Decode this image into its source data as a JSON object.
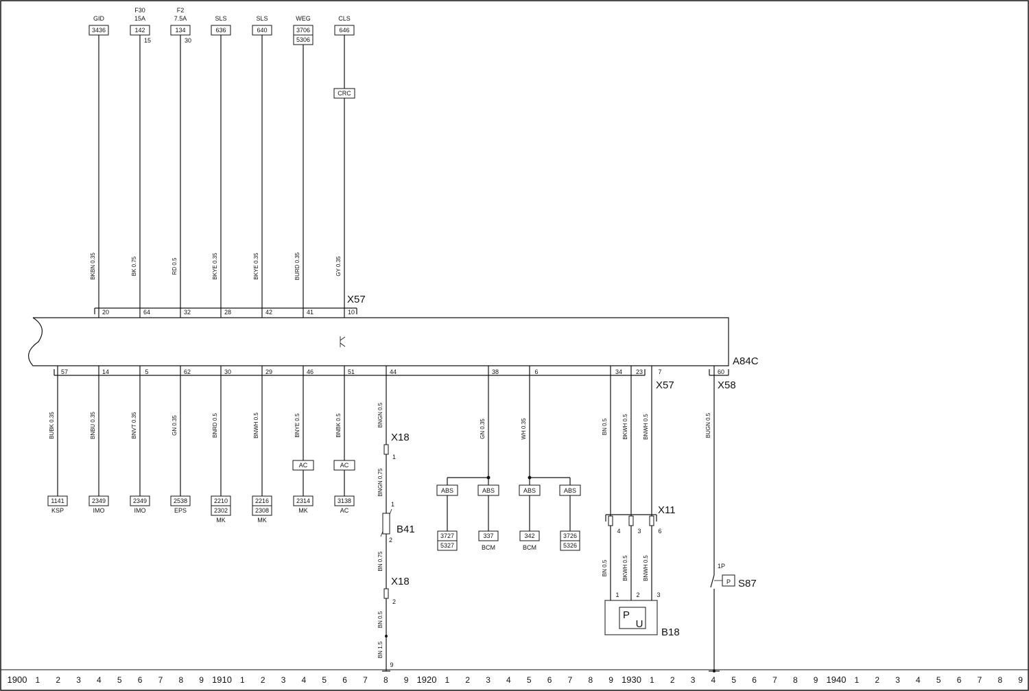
{
  "module": {
    "label": "A84C"
  },
  "top_connector": {
    "label": "X57"
  },
  "bottom_connectors": [
    {
      "label": "X57"
    },
    {
      "label": "X58"
    }
  ],
  "top_wires": [
    {
      "head": [
        "GID"
      ],
      "box": [
        "3436"
      ],
      "wire": "BKBN 0.35",
      "pin": "20"
    },
    {
      "head": [
        "F30",
        "15A"
      ],
      "box": [
        "142"
      ],
      "extra": "15",
      "wire": "BK 0.75",
      "pin": "64"
    },
    {
      "head": [
        "F2",
        "7.5A"
      ],
      "box": [
        "134"
      ],
      "extra": "30",
      "wire": "RD 0.5",
      "pin": "32"
    },
    {
      "head": [
        "SLS"
      ],
      "box": [
        "636"
      ],
      "wire": "BKYE 0.35",
      "pin": "28"
    },
    {
      "head": [
        "SLS"
      ],
      "box": [
        "640"
      ],
      "wire": "BKYE 0.35",
      "pin": "42"
    },
    {
      "head": [
        "WEG"
      ],
      "box": [
        "3706",
        "5306"
      ],
      "wire": "BURD 0.35",
      "pin": "41"
    },
    {
      "head": [
        "CLS"
      ],
      "box": [
        "646"
      ],
      "mid": "CRC",
      "wire": "GY 0.35",
      "pin": "10"
    }
  ],
  "bottom_wires": [
    {
      "pin": "57",
      "wire": "BUBK 0.35",
      "box": [
        "1141"
      ],
      "foot": [
        "KSP"
      ]
    },
    {
      "pin": "14",
      "wire": "BNBU 0.35",
      "box": [
        "2349"
      ],
      "foot": [
        "IMO"
      ]
    },
    {
      "pin": "5",
      "wire": "BNVT 0.35",
      "box": [
        "2349"
      ],
      "foot": [
        "IMO"
      ]
    },
    {
      "pin": "62",
      "wire": "GN 0.35",
      "box": [
        "2538"
      ],
      "foot": [
        "EPS"
      ]
    },
    {
      "pin": "30",
      "wire": "BNRD 0.5",
      "box": [
        "2210",
        "2302"
      ],
      "foot": [
        "MK"
      ]
    },
    {
      "pin": "29",
      "wire": "BNWH 0.5",
      "box": [
        "2216",
        "2308"
      ],
      "foot": [
        "MK"
      ]
    },
    {
      "pin": "46",
      "wire": "BNYE 0.5",
      "mid": "AC",
      "box": [
        "2314"
      ],
      "foot": [
        "MK"
      ]
    },
    {
      "pin": "51",
      "wire": "BNBK 0.5",
      "mid": "AC",
      "box": [
        "3138"
      ],
      "foot": [
        "AC"
      ]
    }
  ],
  "sensor_circuit": {
    "pin": "44",
    "wires": [
      "BNGN 0.5",
      "BNGN 0.75",
      "BN 0.75",
      "BN 0.5",
      "BN 1.5"
    ],
    "connector_top": {
      "label": "X18",
      "pin": "1"
    },
    "component": {
      "label": "B41",
      "pin_top": "1",
      "pin_bottom": "2"
    },
    "connector_bottom": {
      "label": "X18",
      "pin": "2"
    },
    "ground_pin": "9"
  },
  "abs_left": {
    "pin": "38",
    "wire": "GN 0.35",
    "branches": [
      "ABS",
      "ABS"
    ],
    "boxes": [
      [
        "3727",
        "5327"
      ],
      [
        "337"
      ]
    ],
    "foot": "BCM"
  },
  "abs_right": {
    "pin": "6",
    "wire": "WH 0.35",
    "branches": [
      "ABS",
      "ABS"
    ],
    "boxes": [
      [
        "342"
      ],
      [
        "3726",
        "5326"
      ]
    ],
    "foot": "BCM"
  },
  "pressure_circuit": {
    "pins": [
      "34",
      "23",
      "7"
    ],
    "wires_upper": [
      "BN 0.5",
      "BKWH 0.5",
      "BNWH 0.5"
    ],
    "connector": {
      "label": "X11",
      "pins": [
        "4",
        "3",
        "6"
      ]
    },
    "wires_lower": [
      "BN 0.5",
      "BKWH 0.5",
      "BNWH 0.5"
    ],
    "sensor": {
      "label": "B18",
      "pins": [
        "1",
        "2",
        "3"
      ],
      "symbol_p": "P",
      "symbol_u": "U"
    }
  },
  "switch_circuit": {
    "pin": "60",
    "wire": "BUGN 0.5",
    "switch": {
      "label": "S87",
      "pin": "1P",
      "symbol": "P"
    }
  },
  "ruler": {
    "ticks": [
      "1900",
      "1",
      "2",
      "3",
      "4",
      "5",
      "6",
      "7",
      "8",
      "9",
      "1910",
      "1",
      "2",
      "3",
      "4",
      "5",
      "6",
      "7",
      "8",
      "9",
      "1920",
      "1",
      "2",
      "3",
      "4",
      "5",
      "6",
      "7",
      "8",
      "9",
      "1930",
      "1",
      "2",
      "3",
      "4",
      "5",
      "6",
      "7",
      "8",
      "9",
      "1940",
      "1",
      "2",
      "3",
      "4",
      "5",
      "6",
      "7",
      "8",
      "9"
    ]
  }
}
